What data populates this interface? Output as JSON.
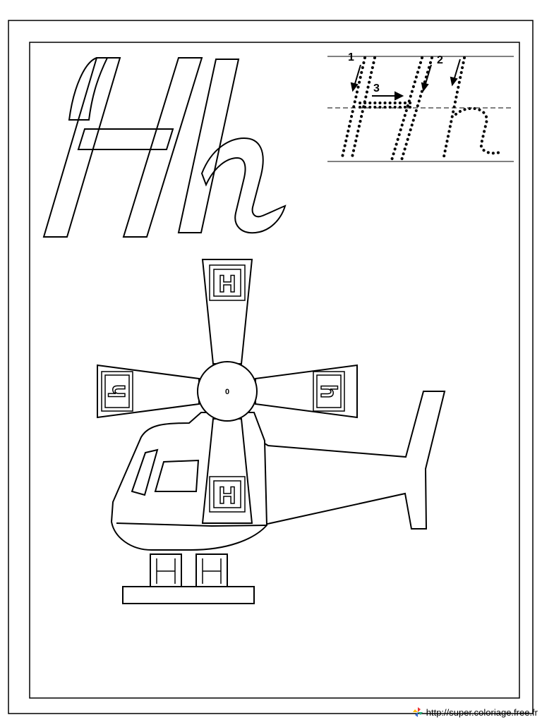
{
  "worksheet": {
    "letter_upper": "H",
    "letter_lower": "h",
    "stroke_numbers": [
      "1",
      "2",
      "3"
    ],
    "hub_label": "0",
    "blade_letters": {
      "top": "H",
      "bottom": "H",
      "left": "h",
      "right": "h"
    },
    "skid_letters": [
      "H",
      "H"
    ]
  },
  "footer": {
    "url": "http://super.coloriage.free.fr",
    "logo_icon": "pinwheel-icon"
  }
}
